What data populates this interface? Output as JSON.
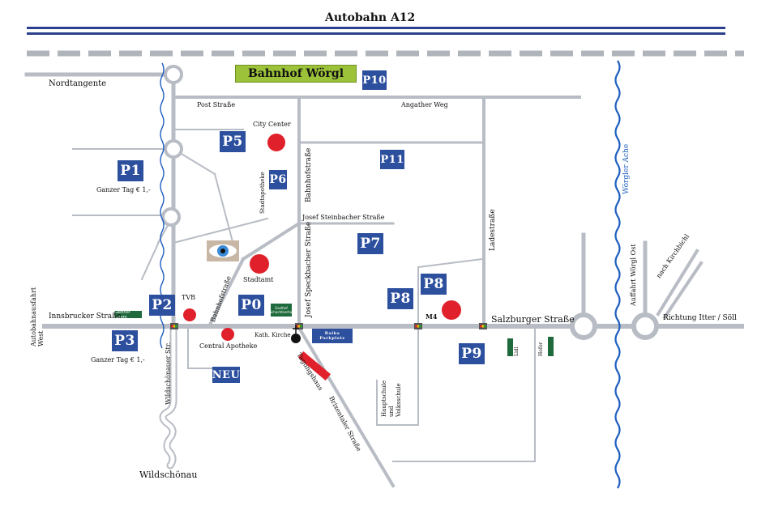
{
  "map": {
    "autobahn": "Autobahn A12",
    "station": "Bahnhof Wörgl",
    "parking": {
      "p1": "P1",
      "p2": "P2",
      "p3": "P3",
      "p5": "P5",
      "p6": "P6",
      "p7": "P7",
      "p8a": "P8",
      "p8b": "P8",
      "p9": "P9",
      "p10": "P10",
      "p11": "P11",
      "p0": "P0",
      "neu": "NEU"
    },
    "raiffeisen": "Raika Parkplatz",
    "streets": {
      "nordtangente": "Nordtangente",
      "post": "Post Straße",
      "angather": "Angather Weg",
      "josef_steinbacher": "Josef Steinbacher Straße",
      "innsbrucker": "Innsbrucker Straße",
      "salzburger": "Salzburger Straße",
      "richtung": "Richtung Itter / Söll",
      "bahnhofstrasse1": "Bahnhofstraße",
      "bahnhofstrasse2": "Bahnhofstraße",
      "speckbacher": "Josef Speckbacher Straße",
      "ladestrasse": "Ladestraße",
      "wildschoenauer": "Wildschönauer Str.",
      "brixentaler": "Brixentaler Straße",
      "autobahnausfahrt": "Autobahnausfahrt West",
      "auffahrt_ost": "Auffahrt Wörgl Ost",
      "kirchbichl": "nach Kirchbichl"
    },
    "places": {
      "city_center": "City Center",
      "stadtapotheke": "Stadtapotheke",
      "stadtamt": "Stadtamt",
      "tvb": "TVB",
      "central_apotheke": "Central Apotheke",
      "kath_kirche": "Kath. Kirche",
      "tagungshaus": "Tagungshaus",
      "hauptschule": "Hauptschule und Volksschule",
      "lidl": "Lidl",
      "hofer": "Hofer",
      "m4": "M4",
      "wildschoenau": "Wildschönau",
      "gasthof_lamm": "Gasthof Lamm",
      "gasthof_schachtnerhof": "Gasthof Schachtnerhof"
    },
    "rivers": {
      "woergler_ache": "Wörgler Ache"
    },
    "notes": {
      "p1_price": "Ganzer Tag € 1,-",
      "p3_price": "Ganzer Tag € 1,-"
    },
    "colors": {
      "parking_blue": "#2c4f9e",
      "road_grey": "#b8bcc4",
      "poi_red": "#e0202a",
      "river_blue": "#1f5fbf",
      "station_green": "#9cc23a",
      "autobahn_blue": "#2c3f8c"
    }
  }
}
